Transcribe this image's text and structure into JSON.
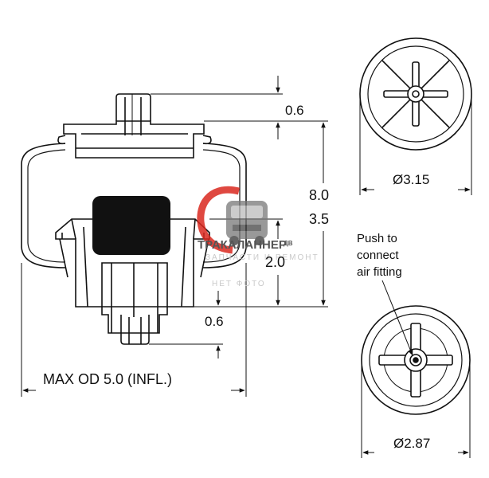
{
  "dimensions": {
    "top_fitting_height": "0.6",
    "overall_height": "8.0",
    "bumper_height": "3.5",
    "lower_height": "2.0",
    "bottom_stud_height": "0.6",
    "max_od": "MAX OD 5.0 (INFL.)",
    "top_plate_diameter": "Ø3.15",
    "bottom_plate_diameter": "Ø2.87"
  },
  "annotation": {
    "line1": "Push to",
    "line2": "connect",
    "line3": "air fitting"
  },
  "watermark": {
    "brand": "ТРАКАЛАННЕР",
    "brand_suffix": "ДВ",
    "tagline": "ЗАПЧАСТИ И РЕМОНТ",
    "no_photo": "НЕТ ФОТО"
  },
  "colors": {
    "line": "#111111",
    "bumper": "#111111",
    "watermark_red": "#d9281e"
  }
}
